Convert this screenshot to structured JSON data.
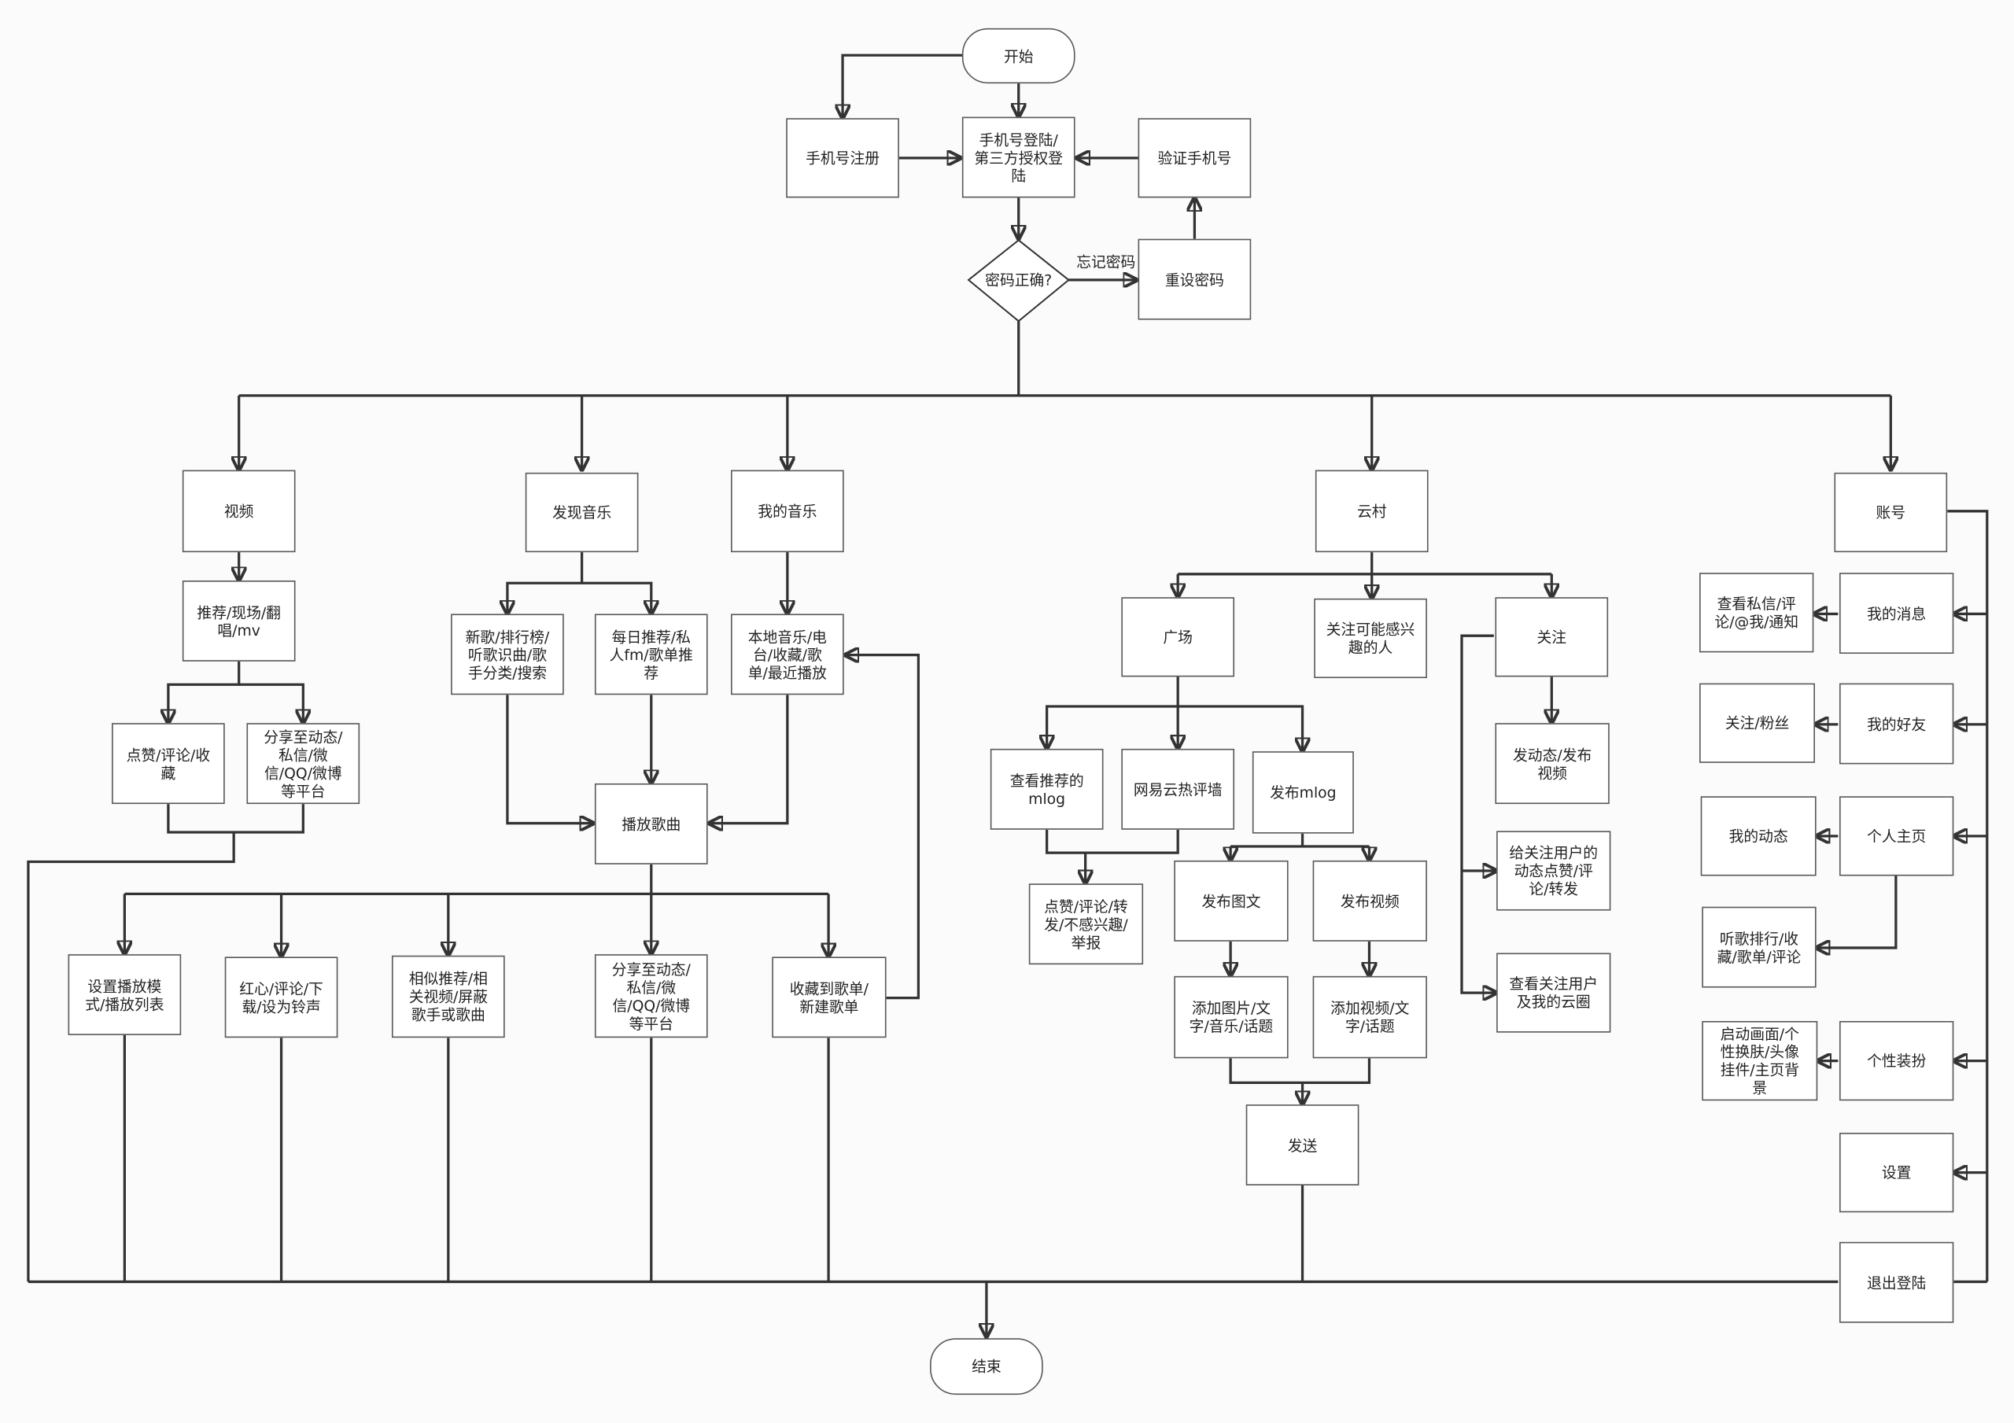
{
  "nodes": {
    "start": "开始",
    "phone_register": "手机号注册",
    "login": "手机号登陆/\n第三方授权登\n陆",
    "verify_phone": "验证手机号",
    "password_check": "密码正确?",
    "reset_password": "重设密码",
    "video": "视频",
    "discover_music": "发现音乐",
    "my_music": "我的音乐",
    "cloud_village": "云村",
    "account": "账号",
    "recommend_live": "推荐/现场/翻\n唱/mv",
    "like_comment_fav": "点赞/评论/收\n藏",
    "share_platform_video": "分享至动态/\n私信/微\n信/QQ/微博\n等平台",
    "new_songs": "新歌/排行榜/\n听歌识曲/歌\n手分类/搜索",
    "daily_recommend": "每日推荐/私\n人fm/歌单推\n荐",
    "local_music": "本地音乐/电\n台/收藏/歌\n单/最近播放",
    "play_song": "播放歌曲",
    "play_mode": "设置播放模\n式/播放列表",
    "heart_download": "红心/评论/下\n载/设为铃声",
    "similar_recommend": "相似推荐/相\n关视频/屏蔽\n歌手或歌曲",
    "share_platform_song": "分享至动态/\n私信/微\n信/QQ/微博\n等平台",
    "collect_playlist": "收藏到歌单/\n新建歌单",
    "plaza": "广场",
    "maybe_interested": "关注可能感兴\n趣的人",
    "follow": "关注",
    "view_mlog": "查看推荐的\nmlog",
    "hot_comments": "网易云热评墙",
    "post_mlog": "发布mlog",
    "mlog_actions": "点赞/评论/转\n发/不感兴趣/\n举报",
    "post_image_text": "发布图文",
    "post_video": "发布视频",
    "add_image": "添加图片/文\n字/音乐/话题",
    "add_video": "添加视频/文\n字/话题",
    "send": "发送",
    "post_moment": "发动态/发布\n视频",
    "like_followed": "给关注用户的\n动态点赞/评\n论/转发",
    "view_followed": "查看关注用户\n及我的云圈",
    "my_messages": "我的消息",
    "view_messages": "查看私信/评\n论/@我/通知",
    "my_friends": "我的好友",
    "follow_fans": "关注/粉丝",
    "profile": "个人主页",
    "my_moments": "我的动态",
    "listen_rank": "听歌排行/收\n藏/歌单/评论",
    "personalize": "个性装扮",
    "skin_settings": "启动画面/个\n性换肤/头像\n挂件/主页背\n景",
    "settings": "设置",
    "logout": "退出登陆",
    "end": "结束"
  },
  "edge_labels": {
    "forgot_password": "忘记密码"
  }
}
